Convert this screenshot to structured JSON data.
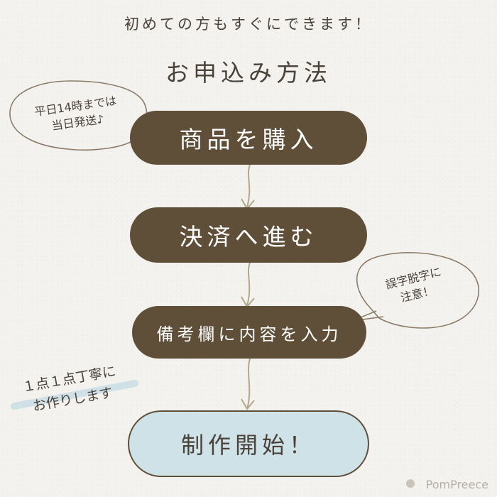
{
  "header": {
    "tagline": "初めての方もすぐにできます！",
    "title": "お申込み方法"
  },
  "steps": [
    {
      "label": "商品を購入"
    },
    {
      "label": "決済へ進む"
    },
    {
      "label": "備考欄に内容を入力"
    },
    {
      "label": "制作開始！"
    }
  ],
  "bubbles": {
    "shipping_line1": "平日14時までは",
    "shipping_line2": "当日発送♪",
    "typo_line1": "誤字脱字に",
    "typo_line2": "注意！"
  },
  "note": {
    "line1": "１点１点丁寧に",
    "line2": "お作りします"
  },
  "brand": {
    "name": "PomPreece"
  },
  "colors": {
    "step_fill": "#5f4f38",
    "final_fill": "#cfe2e8",
    "text": "#4a4238",
    "arrow": "#b3a68a"
  }
}
